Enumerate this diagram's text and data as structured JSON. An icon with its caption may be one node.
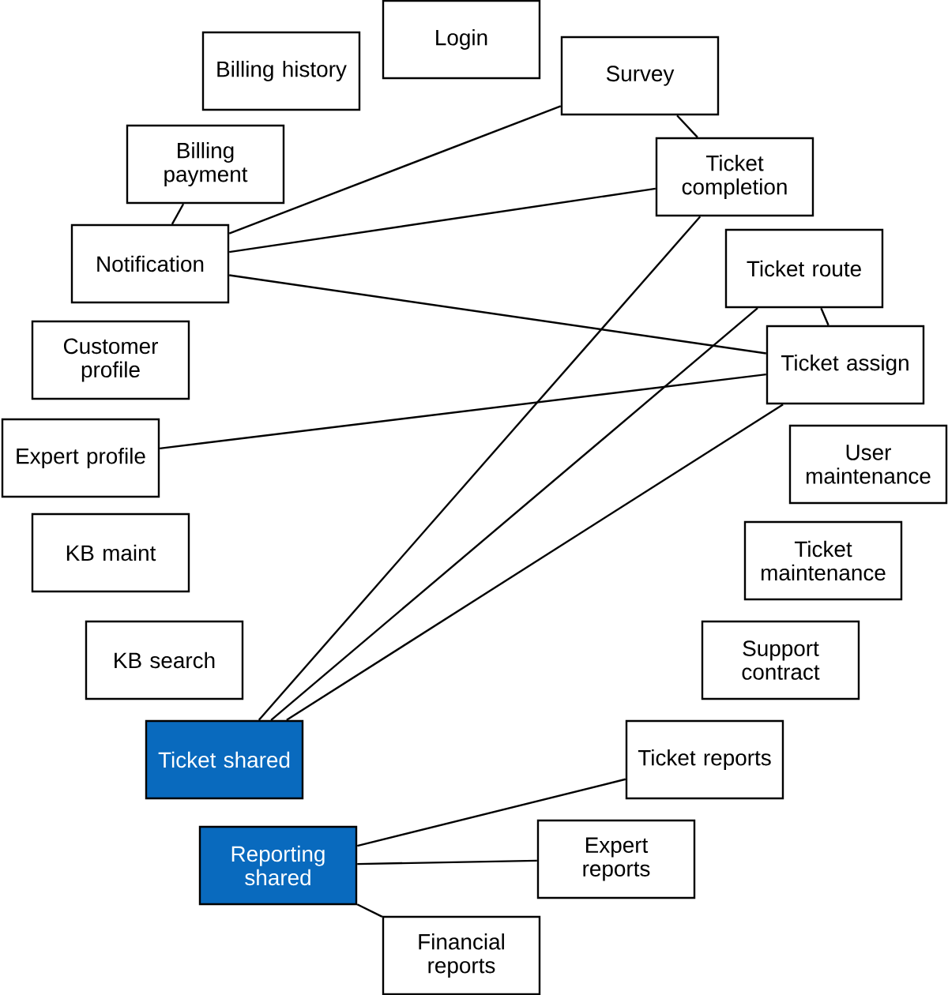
{
  "diagram": {
    "nodes": [
      {
        "text": [
          "Login"
        ]
      },
      {
        "text": [
          "Billing history"
        ]
      },
      {
        "text": [
          "Survey"
        ]
      },
      {
        "text": [
          "Billing payment"
        ]
      },
      {
        "text": [
          "Ticket completion"
        ]
      },
      {
        "text": [
          "Notification"
        ]
      },
      {
        "text": [
          "Ticket route"
        ]
      },
      {
        "text": [
          "Customer profile"
        ]
      },
      {
        "text": [
          "Ticket assign"
        ]
      },
      {
        "text": [
          "Expert profile"
        ]
      },
      {
        "text": [
          "User maintenance"
        ]
      },
      {
        "text": [
          "KB maint"
        ]
      },
      {
        "text": [
          "Ticket maintenance"
        ]
      },
      {
        "text": [
          "KB search"
        ]
      },
      {
        "text": [
          "Support contract"
        ]
      },
      {
        "text": [
          "Ticket shared"
        ]
      },
      {
        "text": [
          "Ticket reports"
        ]
      },
      {
        "text": [
          "Reporting shared"
        ]
      },
      {
        "text": [
          "Expert reports"
        ]
      },
      {
        "text": [
          "Financial reports"
        ]
      }
    ],
    "edges": [
      {
        "from": 3,
        "to": 5,
        "arrow": "none"
      },
      {
        "from": 5,
        "to": 2,
        "arrow": "none"
      },
      {
        "from": 5,
        "to": 4,
        "arrow": "none"
      },
      {
        "from": 5,
        "to": 8,
        "arrow": "none"
      },
      {
        "from": 2,
        "to": 4,
        "arrow": "none"
      },
      {
        "from": 6,
        "to": 8,
        "arrow": "none"
      },
      {
        "from": 9,
        "to": 8,
        "arrow": "none"
      },
      {
        "from": 15,
        "to": 4,
        "arrow": "none"
      },
      {
        "from": 15,
        "to": 6,
        "arrow": "none"
      },
      {
        "from": 15,
        "to": 8,
        "arrow": "none"
      },
      {
        "from": 17,
        "to": 16,
        "arrow": "none"
      },
      {
        "from": 17,
        "to": 18,
        "arrow": "none"
      },
      {
        "from": 17,
        "to": 19,
        "arrow": "none"
      }
    ]
  }
}
